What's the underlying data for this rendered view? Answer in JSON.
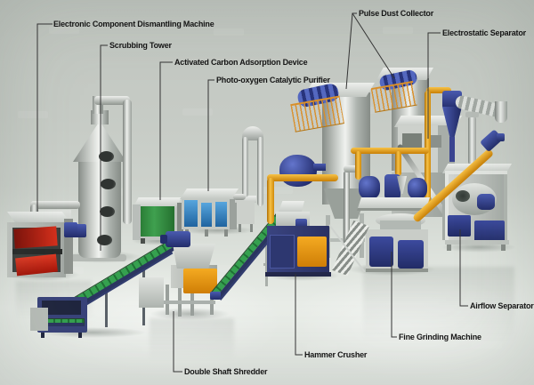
{
  "labels": {
    "dismantler": "Electronic Component Dismantling Machine",
    "scrubbing_tower": "Scrubbing Tower",
    "adsorption": "Activated Carbon Adsorption Device",
    "purifier": "Photo-oxygen Catalytic Purifier",
    "dust_collector": "Pulse Dust Collector",
    "electrostatic": "Electrostatic Separator",
    "airflow": "Airflow Separator",
    "grinder": "Fine Grinding Machine",
    "crusher": "Hammer Crusher",
    "shredder": "Double Shaft Shredder"
  },
  "colors": {
    "labelInk": "#151515",
    "leaderLine": "#333333",
    "machineRed": "#cf2412",
    "panelGreen": "#2e8b3b",
    "panelBlue": "#2b7fc4",
    "navyBlue": "#2c3a8c",
    "accentOrange": "#e8940f",
    "pipeYellow": "#eca414",
    "railingOrange": "#d98f2a",
    "beltGreen": "#2f9648",
    "metalLight": "#dfe2de",
    "metalMid": "#aeb4af",
    "metalDark": "#868c87",
    "backdrop": "#c6cbc5",
    "floor": "#e4e8e3"
  }
}
